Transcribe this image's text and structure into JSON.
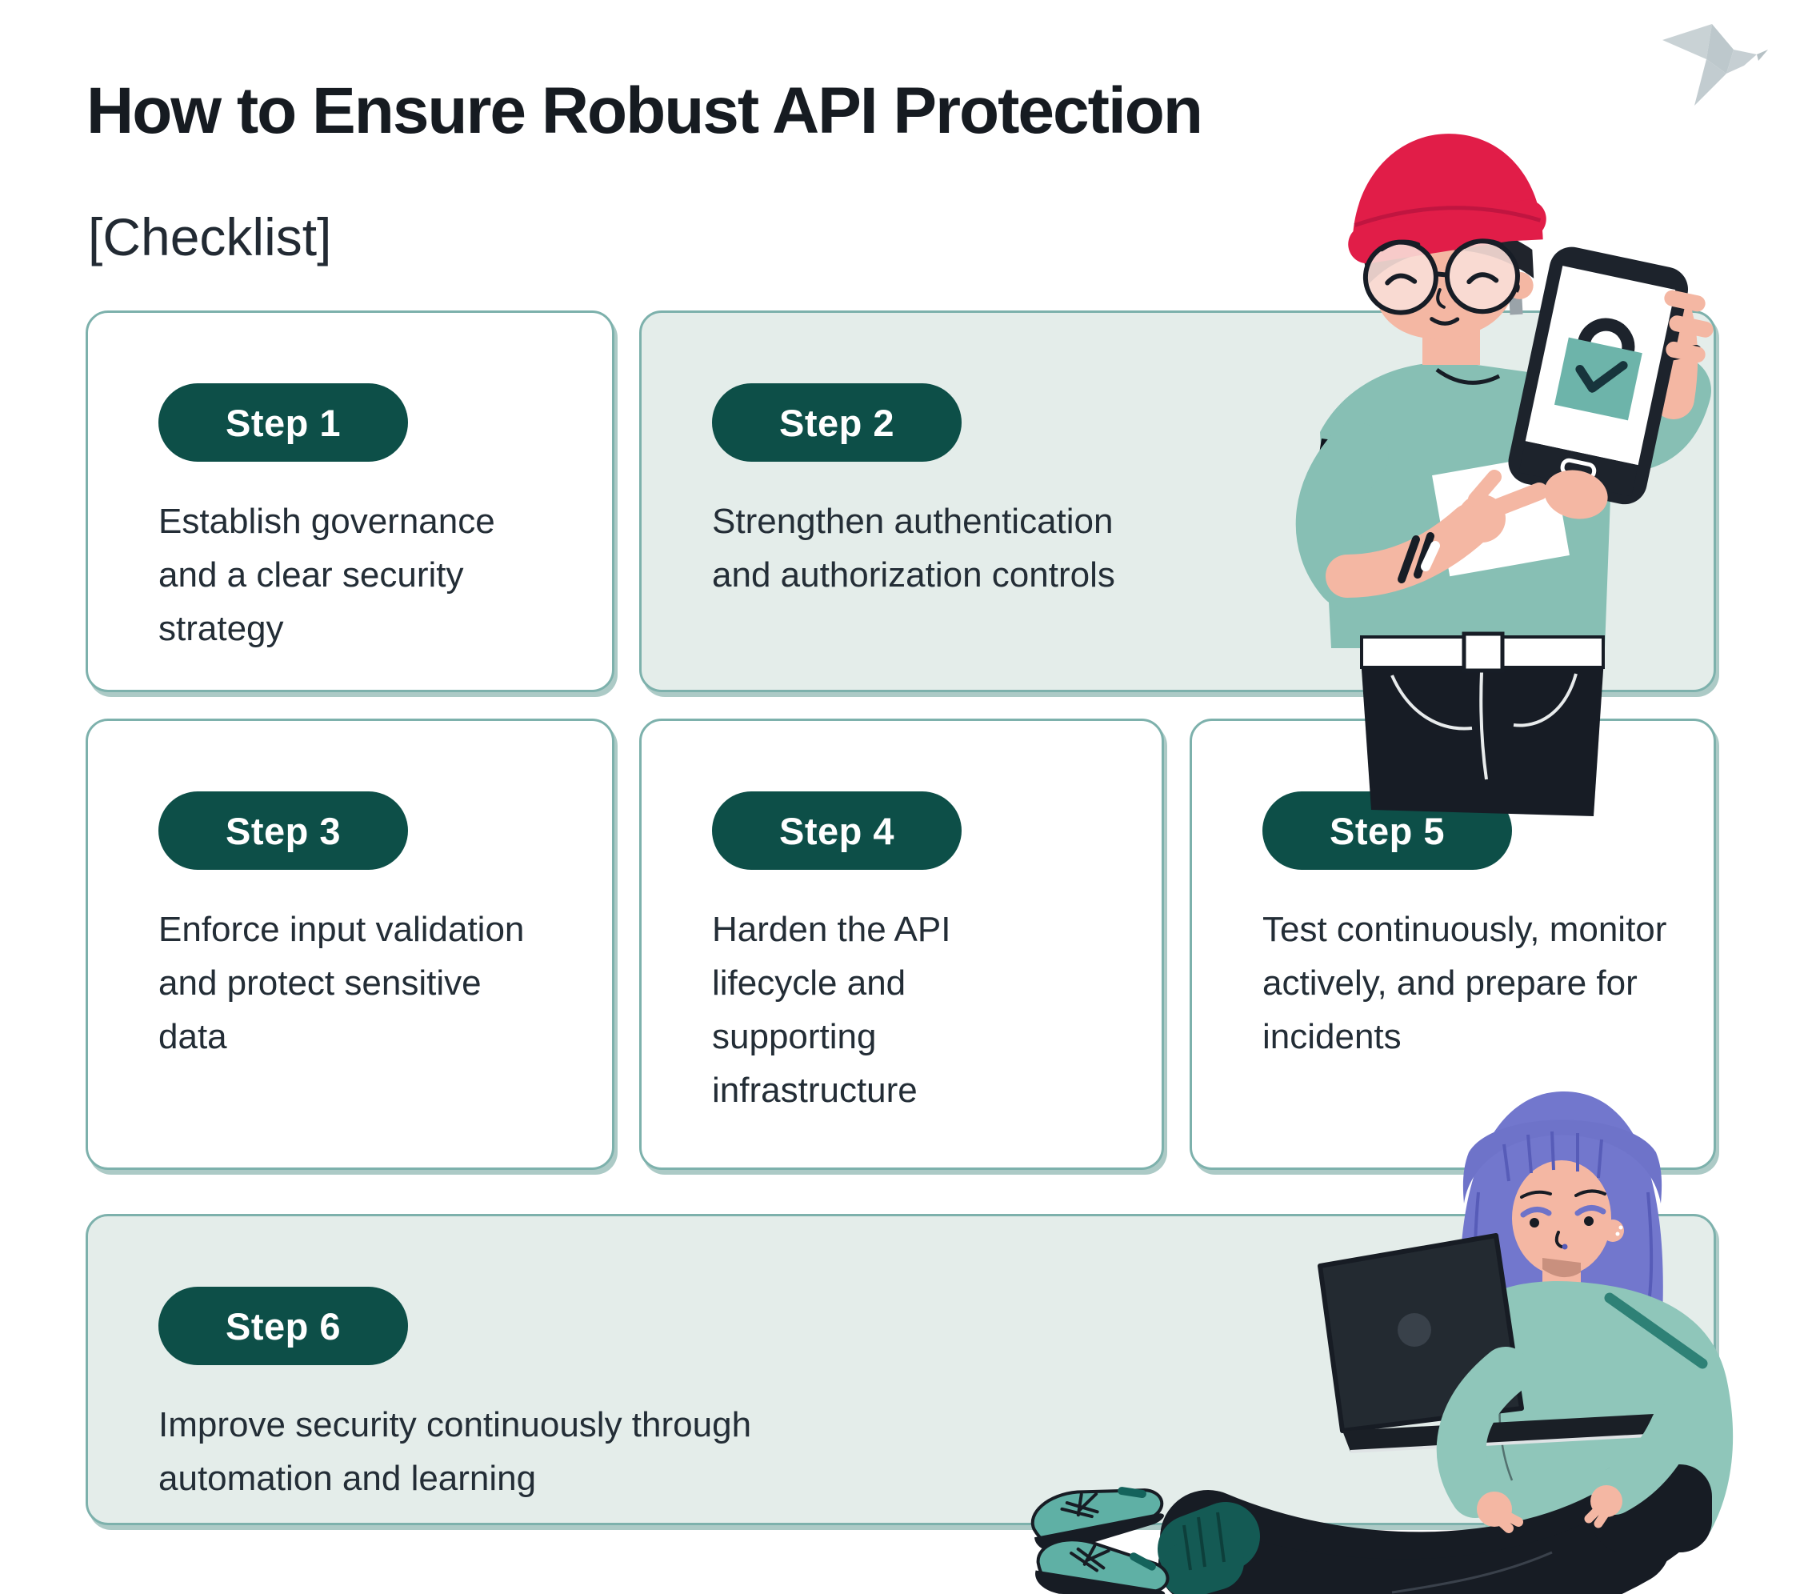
{
  "header": {
    "title": "How to Ensure Robust API Protection",
    "subtitle": "[Checklist]"
  },
  "logo": {
    "icon": "origami-bird-logo",
    "color": "#c6cfd3"
  },
  "steps": [
    {
      "badge": "Step 1",
      "description": "Establish governance and a clear security strategy",
      "variant": "white"
    },
    {
      "badge": "Step 2",
      "description": "Strengthen authentication and authorization controls",
      "variant": "green"
    },
    {
      "badge": "Step 3",
      "description": "Enforce input validation and protect sensitive data",
      "variant": "white"
    },
    {
      "badge": "Step 4",
      "description": "Harden the API lifecycle and supporting infrastructure",
      "variant": "white"
    },
    {
      "badge": "Step 5",
      "description": "Test continuously, monitor actively, and prepare for incidents",
      "variant": "white"
    },
    {
      "badge": "Step 6",
      "description": "Improve security continuously through automation and learning",
      "variant": "green"
    }
  ],
  "illustrations": {
    "man": {
      "name": "man-pointing-at-phone-with-security-check",
      "beanie_color": "#e11d48",
      "shirt_color": "#87bfb4",
      "skin_color": "#f4b7a3",
      "phone_accent_color": "#6db4aa"
    },
    "woman": {
      "name": "woman-sitting-with-laptop",
      "hair_color": "#7277cd",
      "sweater_color": "#8fc6ba",
      "sneaker_color": "#5fb0a5",
      "skin_color": "#f4b7a3"
    }
  },
  "colors": {
    "badge_bg": "#0d4f48",
    "badge_text": "#ffffff",
    "card_border": "#7db1ac",
    "card_green_bg": "#e4edea",
    "card_white_bg": "#ffffff",
    "body_text": "#232d36",
    "title_text": "#161b21",
    "background": "#ffffff"
  }
}
